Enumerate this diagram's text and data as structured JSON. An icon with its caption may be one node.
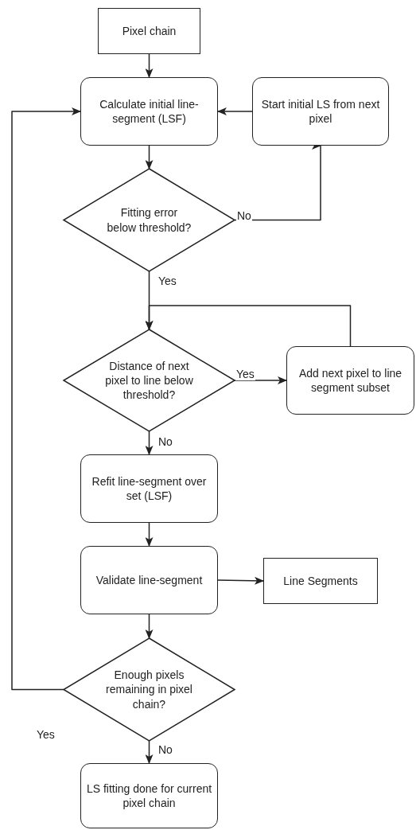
{
  "diagram": {
    "nodes": [
      {
        "text": [
          "Pixel chain"
        ]
      },
      {
        "text": [
          "Calculate initial line-segment (LSF)"
        ]
      },
      {
        "text": [
          "Start initial LS from next pixel"
        ]
      },
      {
        "text": [
          "Fitting error below threshold?"
        ]
      },
      {
        "text": [
          "Distance of next pixel to line below threshold?"
        ]
      },
      {
        "text": [
          "Add next pixel to line segment subset"
        ]
      },
      {
        "text": [
          "Refit line-segment over set (LSF)"
        ]
      },
      {
        "text": [
          "Validate line-segment"
        ]
      },
      {
        "text": [
          "Line Segments"
        ]
      },
      {
        "text": [
          "Enough pixels remaining in pixel chain?"
        ]
      },
      {
        "text": [
          "LS fitting done for current pixel chain"
        ]
      }
    ],
    "edges": [
      {
        "from": 0,
        "to": 1,
        "arrow": "to"
      },
      {
        "from": 2,
        "to": 1,
        "arrow": "to"
      },
      {
        "from": 1,
        "to": 3,
        "arrow": "to"
      },
      {
        "from": 3,
        "to": 2,
        "arrow": "to",
        "label": "No"
      },
      {
        "from": 3,
        "to": 4,
        "arrow": "to",
        "label": "Yes"
      },
      {
        "from": 5,
        "to": 4,
        "arrow": "to"
      },
      {
        "from": 4,
        "to": 5,
        "arrow": "to",
        "label": "Yes"
      },
      {
        "from": 4,
        "to": 6,
        "arrow": "to",
        "label": "No"
      },
      {
        "from": 6,
        "to": 7,
        "arrow": "to"
      },
      {
        "from": 7,
        "to": 8,
        "arrow": "to"
      },
      {
        "from": 7,
        "to": 9,
        "arrow": "to"
      },
      {
        "from": 9,
        "to": 1,
        "arrow": "to",
        "label": "Yes"
      },
      {
        "from": 9,
        "to": 10,
        "arrow": "to",
        "label": "No"
      }
    ]
  }
}
